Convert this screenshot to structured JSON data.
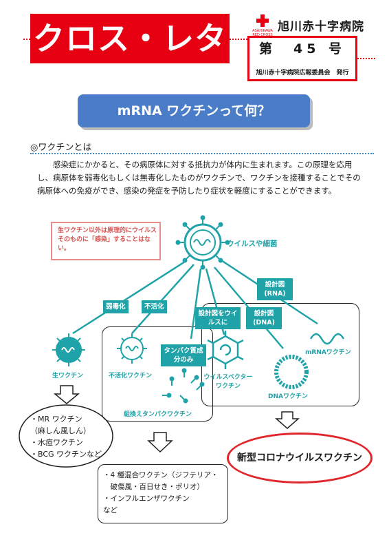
{
  "header": {
    "newsletter_title": "クロス・レター",
    "hospital_name": "旭川赤十字病院",
    "logo_subtext": "ASAHIKAWA RED CROSS",
    "issue_number": "第　45 号",
    "publisher": "旭川赤十字病院広報委員会　発行",
    "accent_color": "#e60012"
  },
  "banner": {
    "title": "mRNA ワクチンって何？",
    "color": "#4a7cc7"
  },
  "section": {
    "heading": "◎ワクチンとは",
    "body": "感染症にかかると、その病原体に対する抵抗力が体内に生まれます。この原理を応用し、病原体を弱毒化もしくは無毒化したものがワクチンで、ワクチンを接種することでその病原体への免疫ができ、感染の発症を予防したり症状を軽度にすることができます。"
  },
  "diagram": {
    "note": "生ワクチン以外は原理的にウイルスそのものに「感染」することはない。",
    "virus_label": "ウイルスや細菌",
    "tags": {
      "attenuate": "弱毒化",
      "inactivate": "不活化",
      "protein_only": "タンパク質成分のみ",
      "gene_into_virus": "設計図をウイルスに",
      "design_dna": "設計図(DNA)",
      "design_rna": "設計図(RNA)"
    },
    "vaccines": {
      "live": "生ワクチン",
      "inactivated": "不活化ワクチン",
      "recombinant": "組換えタンパクワクチン",
      "viral_vector": "ウイルスベクターワクチン",
      "dna": "DNAワクチン",
      "mrna": "mRNAワクチン"
    },
    "teal_color": "#1fa3a8"
  },
  "examples": {
    "live": [
      "・MR ワクチン",
      "（麻しん風しん）",
      "・水痘ワクチン",
      "・BCG ワクチンなど"
    ],
    "inactivated": [
      "・4 種混合ワクチン（ジフテリア・",
      "　破傷風・百日せき・ポリオ）",
      "・インフルエンザワクチン",
      "など"
    ],
    "new": "新型コロナウイルスワクチン"
  }
}
